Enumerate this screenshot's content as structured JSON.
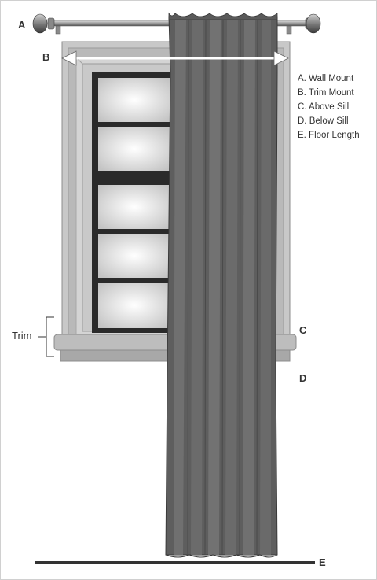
{
  "markers": {
    "a": "A",
    "b": "B",
    "c": "C",
    "d": "D",
    "e": "E"
  },
  "legend": [
    "A. Wall Mount",
    "B. Trim Mount",
    "C. Above Sill",
    "D. Below Sill",
    "E. Floor Length"
  ],
  "trim_label": "Trim"
}
